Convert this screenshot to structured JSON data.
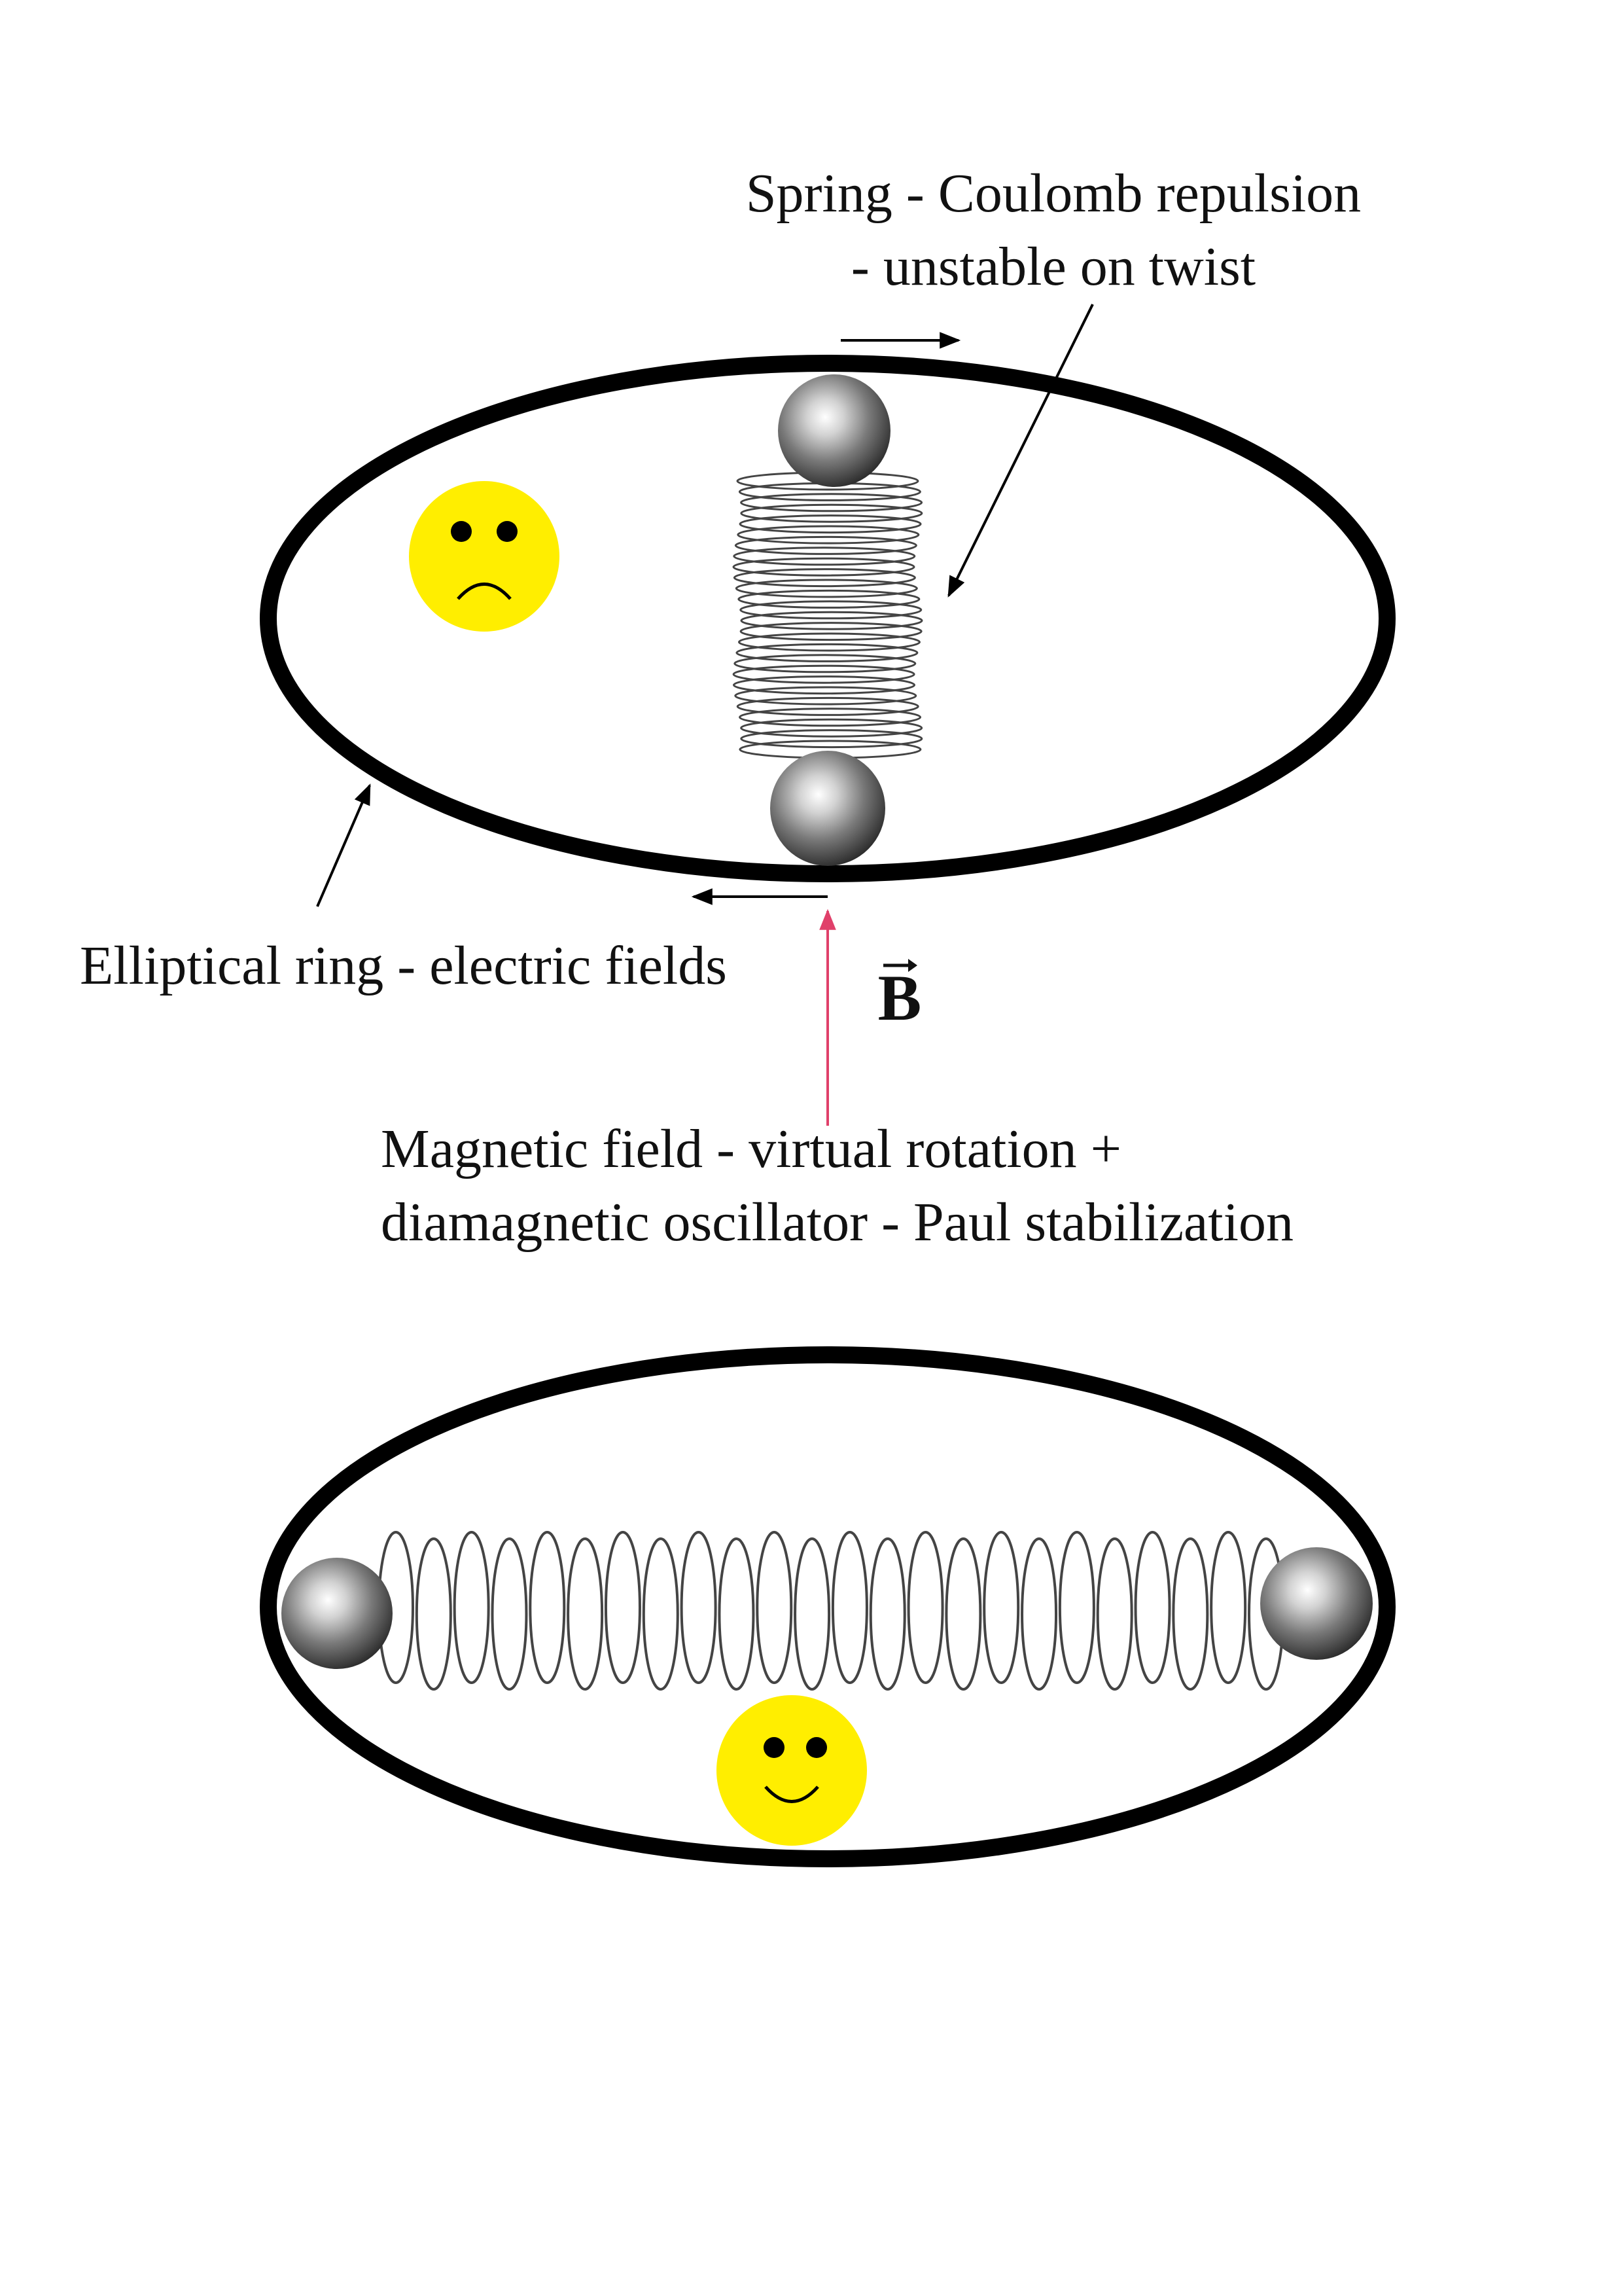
{
  "labels": {
    "spring_line1": "Spring - Coulomb repulsion",
    "spring_line2": "- unstable on twist",
    "ring": "Elliptical ring - electric fields",
    "magnetic_line1": "Magnetic field - virtual rotation +",
    "magnetic_line2": "diamagnetic oscillator - Paul stabilization",
    "field_symbol": "B"
  },
  "colors": {
    "ring_stroke": "#000000",
    "spring_stroke": "#444444",
    "face_fill": "#ffee00",
    "field_arrow": "#e0406a",
    "text": "#111111"
  },
  "icons": {
    "top_face": "sad-face-icon",
    "bottom_face": "happy-face-icon",
    "ball": "steel-ball-icon"
  }
}
